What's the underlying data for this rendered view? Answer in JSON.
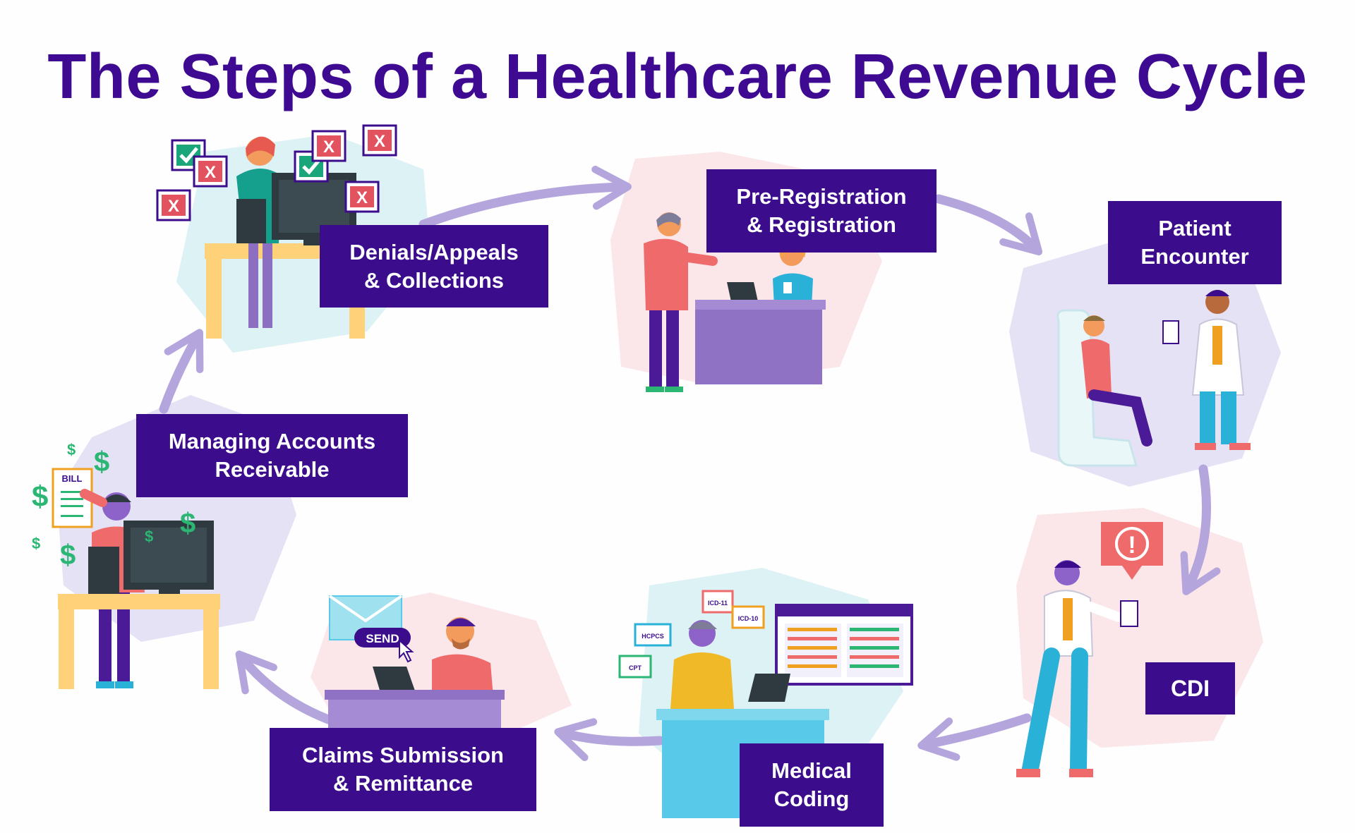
{
  "title": "The Steps of a Healthcare Revenue Cycle",
  "steps": [
    {
      "label": "Pre-Registration\n& Registration"
    },
    {
      "label": "Patient\nEncounter"
    },
    {
      "label": "CDI"
    },
    {
      "label": "Medical\nCoding"
    },
    {
      "label": "Claims Submission\n& Remittance"
    },
    {
      "label": "Managing Accounts\nReceivable"
    },
    {
      "label": "Denials/Appeals\n& Collections"
    }
  ],
  "icon_text": {
    "send": "SEND",
    "bill": "BILL",
    "icd11": "ICD-11",
    "icd10": "ICD-10",
    "hcpcs": "HCPCS",
    "cpt": "CPT",
    "alert": "!",
    "dollar": "$",
    "x_mark": "X"
  },
  "colors": {
    "title": "#3d0a91",
    "label_bg": "#3b0c8c",
    "arrow": "#b4a6dd",
    "dollar": "#2bb673",
    "reject": "#e2525f",
    "accept": "#1aa67a"
  }
}
